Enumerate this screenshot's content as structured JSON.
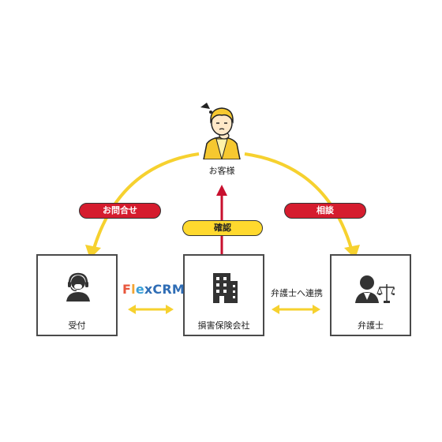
{
  "nodes": {
    "customer": {
      "label": "お客様"
    },
    "reception": {
      "label": "受付"
    },
    "insurance": {
      "label": "損害保険会社"
    },
    "lawyer": {
      "label": "弁護士"
    }
  },
  "edges": {
    "inquiry": {
      "label": "お問合せ"
    },
    "consultation": {
      "label": "相談"
    },
    "confirmation": {
      "label": "確認"
    },
    "lawyer_link": {
      "label": "弁護士へ連携"
    }
  },
  "brand": {
    "part1": "Flex",
    "part2": "CRM",
    "colors": [
      "#e8573d",
      "#f3a533",
      "#3aa0d8",
      "#2f6db5"
    ]
  },
  "colors": {
    "flow_yellow": "#f6d12f",
    "confirm_red": "#c8102e",
    "pill_red": "#d51c2e",
    "pill_yellow": "#ffd92e",
    "box_border": "#4a4a4a"
  }
}
